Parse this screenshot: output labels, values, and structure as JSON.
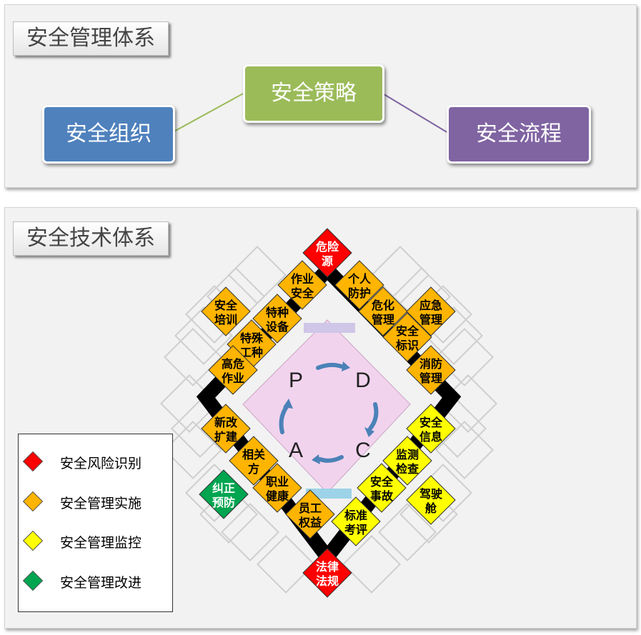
{
  "top": {
    "title": "安全管理体系",
    "boxes": {
      "strategy": "安全策略",
      "org": "安全组织",
      "process": "安全流程"
    },
    "colors": {
      "strategy": "#9bbb59",
      "org": "#4f81bd",
      "process": "#8064a2"
    }
  },
  "bottom": {
    "title": "安全技术体系",
    "pdca": {
      "p": "P",
      "d": "D",
      "c": "C",
      "a": "A"
    },
    "colors": {
      "red": "#ff0000",
      "orange": "#ffb400",
      "yellow": "#ffff00",
      "green": "#00a550"
    },
    "diamonds": [
      {
        "key": "hazard",
        "lines": [
          "危险",
          "源"
        ],
        "color": "red"
      },
      {
        "key": "work-safety",
        "lines": [
          "作业",
          "安全"
        ],
        "color": "orange"
      },
      {
        "key": "personal-protection",
        "lines": [
          "个人",
          "防护"
        ],
        "color": "orange"
      },
      {
        "key": "hazmat",
        "lines": [
          "危化",
          "管理"
        ],
        "color": "orange"
      },
      {
        "key": "emergency",
        "lines": [
          "应急",
          "管理"
        ],
        "color": "orange"
      },
      {
        "key": "safety-training",
        "lines": [
          "安全",
          "培训"
        ],
        "color": "orange"
      },
      {
        "key": "special-equipment",
        "lines": [
          "特种",
          "设备"
        ],
        "color": "orange"
      },
      {
        "key": "special-work",
        "lines": [
          "特殊",
          "工种"
        ],
        "color": "orange"
      },
      {
        "key": "safety-signs",
        "lines": [
          "安全",
          "标识"
        ],
        "color": "orange"
      },
      {
        "key": "high-risk",
        "lines": [
          "高危",
          "作业"
        ],
        "color": "orange"
      },
      {
        "key": "fire",
        "lines": [
          "消防",
          "管理"
        ],
        "color": "orange"
      },
      {
        "key": "construction",
        "lines": [
          "新改",
          "扩建"
        ],
        "color": "orange"
      },
      {
        "key": "related-parties",
        "lines": [
          "相关",
          "方"
        ],
        "color": "orange"
      },
      {
        "key": "occupational-health",
        "lines": [
          "职业",
          "健康"
        ],
        "color": "orange"
      },
      {
        "key": "employee-rights",
        "lines": [
          "员工",
          "权益"
        ],
        "color": "orange"
      },
      {
        "key": "safety-info",
        "lines": [
          "安全",
          "信息"
        ],
        "color": "yellow"
      },
      {
        "key": "monitoring",
        "lines": [
          "监测",
          "检查"
        ],
        "color": "yellow"
      },
      {
        "key": "accidents",
        "lines": [
          "安全",
          "事故"
        ],
        "color": "yellow"
      },
      {
        "key": "cockpit",
        "lines": [
          "驾驶",
          "舱"
        ],
        "color": "yellow"
      },
      {
        "key": "standards",
        "lines": [
          "标准",
          "考评"
        ],
        "color": "yellow"
      },
      {
        "key": "corrective",
        "lines": [
          "纠正",
          "预防"
        ],
        "color": "green"
      },
      {
        "key": "laws",
        "lines": [
          "法律",
          "法规"
        ],
        "color": "red"
      }
    ],
    "legend": [
      {
        "label": "安全风险识别",
        "color": "#ff0000"
      },
      {
        "label": "安全管理实施",
        "color": "#ffb400"
      },
      {
        "label": "安全管理监控",
        "color": "#ffff00"
      },
      {
        "label": "安全管理改进",
        "color": "#00a550"
      }
    ]
  }
}
